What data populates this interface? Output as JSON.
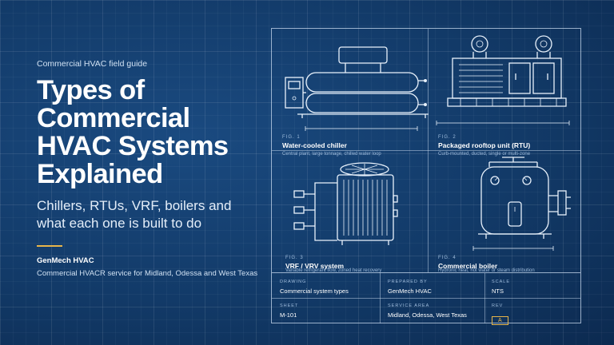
{
  "hero": {
    "eyebrow": "Commercial HVAC field guide",
    "title_lines": [
      "Types of",
      "Commercial",
      "HVAC Systems",
      "Explained"
    ],
    "subtitle_lines": [
      "Chillers, RTUs, VRF, boilers and",
      "what each one is built to do"
    ],
    "company": "GenMech HVAC",
    "service": "Commercial HVACR service for Midland, Odessa and West Texas"
  },
  "panels": [
    {
      "fig": "FIG. 1",
      "name": "Water-cooled chiller",
      "desc": "Central plant, large tonnage, chilled water loop",
      "icon": "chiller-icon"
    },
    {
      "fig": "FIG. 2",
      "name": "Packaged rooftop unit (RTU)",
      "desc": "Curb-mounted, ducted, single or multi-zone",
      "icon": "rooftop-unit-icon"
    },
    {
      "fig": "FIG. 3",
      "name": "VRF / VRV system",
      "desc": "Variable refrigerant flow, zoned heat recovery",
      "icon": "vrf-unit-icon"
    },
    {
      "fig": "FIG. 4",
      "name": "Commercial boiler",
      "desc": "Hydronic heat, hot water or steam distribution",
      "icon": "boiler-icon"
    }
  ],
  "title_block": {
    "drawing_label": "DRAWING",
    "drawing": "Commercial system types",
    "prepared_label": "PREPARED BY",
    "prepared": "GenMech HVAC",
    "scale_label": "SCALE",
    "scale": "NTS",
    "sheet_label": "SHEET",
    "sheet": "M-101",
    "area_label": "SERVICE AREA",
    "area": "Midland, Odessa, West Texas",
    "rev_label": "REV",
    "rev": "A"
  },
  "colors": {
    "background": "#123a68",
    "accent": "#e8b64a",
    "line": "#e9f2fc"
  }
}
